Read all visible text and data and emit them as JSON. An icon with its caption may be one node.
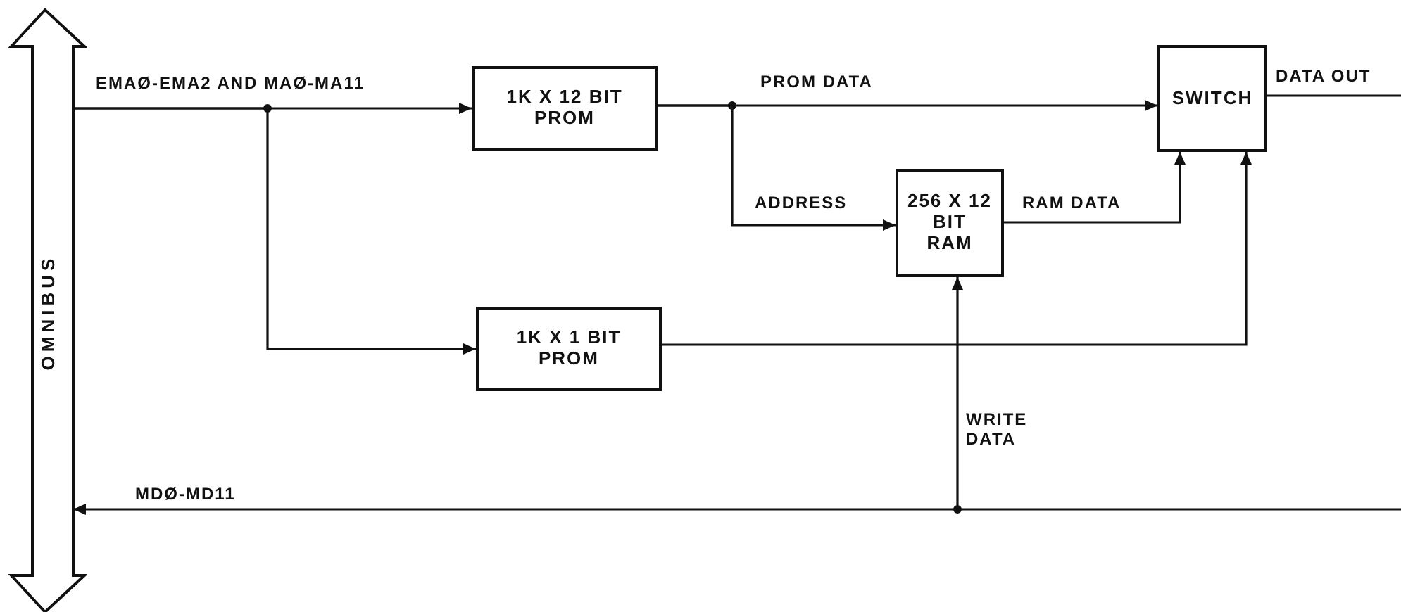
{
  "diagram": {
    "nodes": [
      {
        "text": [
          "OMNIBUS"
        ]
      },
      {
        "text": [
          "1K X 12 BIT PROM"
        ]
      },
      {
        "text": [
          "1K X 1 BIT PROM"
        ]
      },
      {
        "text": [
          "256 X 12 BIT RAM"
        ]
      },
      {
        "text": [
          "SWITCH"
        ]
      }
    ],
    "edges": [
      {
        "from": 0,
        "to": 1,
        "arrow": "to",
        "label": "EMAØ-EMA2 AND MAØ-MA11"
      },
      {
        "from": 0,
        "to": 2,
        "arrow": "to"
      },
      {
        "from": 1,
        "to": 4,
        "arrow": "to",
        "label": "PROM DATA"
      },
      {
        "from": 1,
        "to": 3,
        "arrow": "to",
        "label": "ADDRESS"
      },
      {
        "from": 3,
        "to": 4,
        "arrow": "to",
        "label": "RAM DATA"
      },
      {
        "from": 2,
        "to": 4,
        "arrow": "to"
      },
      {
        "from": 4,
        "to": null,
        "arrow": "none",
        "label": "DATA OUT"
      },
      {
        "from": null,
        "to": 3,
        "arrow": "to",
        "label": "WRITE DATA"
      },
      {
        "from": null,
        "to": 0,
        "arrow": "to",
        "label": "MDØ-MD11"
      }
    ]
  }
}
